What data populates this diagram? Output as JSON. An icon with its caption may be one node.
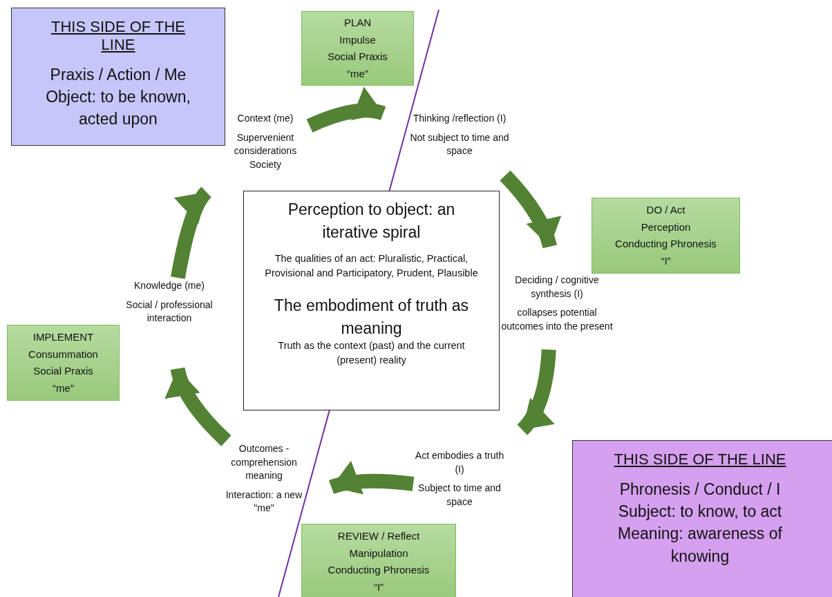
{
  "diagram": {
    "nodes": [
      {
        "text": [
          "THIS SIDE OF THE LINE",
          "Praxis / Action / Me",
          "Object: to be known, acted upon"
        ]
      },
      {
        "text": [
          "PLAN",
          "Impulse",
          "Social Praxis",
          "“me”"
        ]
      },
      {
        "text": [
          "Context (me)",
          "Supervenient considerations Society"
        ]
      },
      {
        "text": [
          "Thinking /reflection (I)",
          "Not subject to time and space"
        ]
      },
      {
        "text": [
          "DO / Act",
          "Perception",
          "Conducting Phronesis",
          "“I”"
        ]
      },
      {
        "text": [
          "Deciding / cognitive synthesis (I)",
          "collapses potential outcomes into the present"
        ]
      },
      {
        "text": [
          "Perception to object: an iterative spiral",
          "The qualities of an act: Pluralistic, Practical, Provisional and Participatory, Prudent, Plausible",
          "The embodiment of truth as meaning",
          "Truth as the context (past) and the current (present) reality"
        ]
      },
      {
        "text": [
          "Act embodies a truth (I)",
          "Subject to time and space"
        ]
      },
      {
        "text": [
          "Outcomes - comprehension meaning",
          "Interaction: a new \"me\""
        ]
      },
      {
        "text": [
          "Knowledge (me)",
          "Social / professional interaction"
        ]
      },
      {
        "text": [
          "IMPLEMENT",
          "Consummation",
          "Social Praxis",
          "“me”"
        ]
      },
      {
        "text": [
          "REVIEW / Reflect",
          "Manipulation",
          "Conducting Phronesis",
          "“I”"
        ]
      },
      {
        "text": [
          "THIS SIDE OF THE LINE",
          "Phronesis / Conduct / I",
          "Subject: to know, to act",
          "Meaning: awareness of knowing"
        ]
      }
    ],
    "edges": [
      {
        "from": 2,
        "to": 3,
        "arrow": "to"
      },
      {
        "from": 3,
        "to": 5,
        "arrow": "to"
      },
      {
        "from": 5,
        "to": 7,
        "arrow": "to"
      },
      {
        "from": 7,
        "to": 8,
        "arrow": "to"
      },
      {
        "from": 8,
        "to": 9,
        "arrow": "to"
      },
      {
        "from": 9,
        "to": 2,
        "arrow": "to"
      }
    ]
  }
}
